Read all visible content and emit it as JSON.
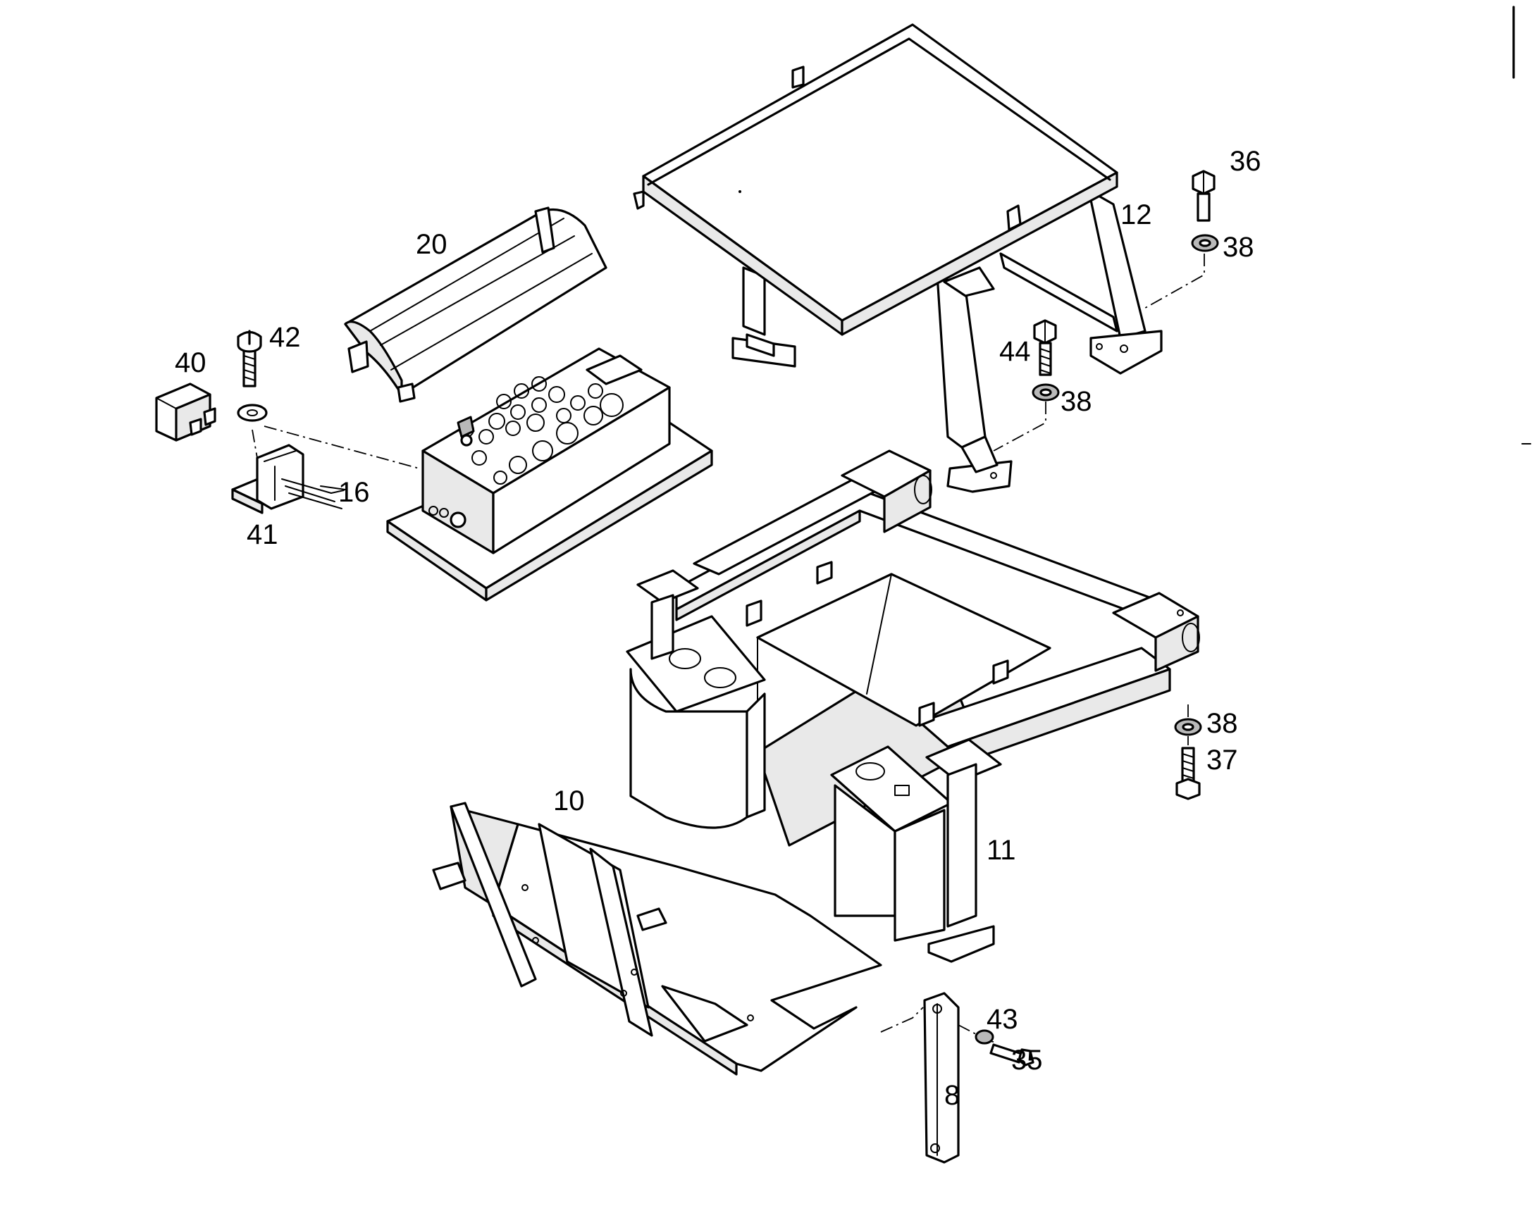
{
  "labels": {
    "p8": "8",
    "p10": "10",
    "p11": "11",
    "p12": "12",
    "p16": "16",
    "p20": "20",
    "p35": "35",
    "p36": "36",
    "p37": "37",
    "p38a": "38",
    "p38b": "38",
    "p38c": "38",
    "p40": "40",
    "p41": "41",
    "p42": "42",
    "p43": "43",
    "p44": "44"
  }
}
